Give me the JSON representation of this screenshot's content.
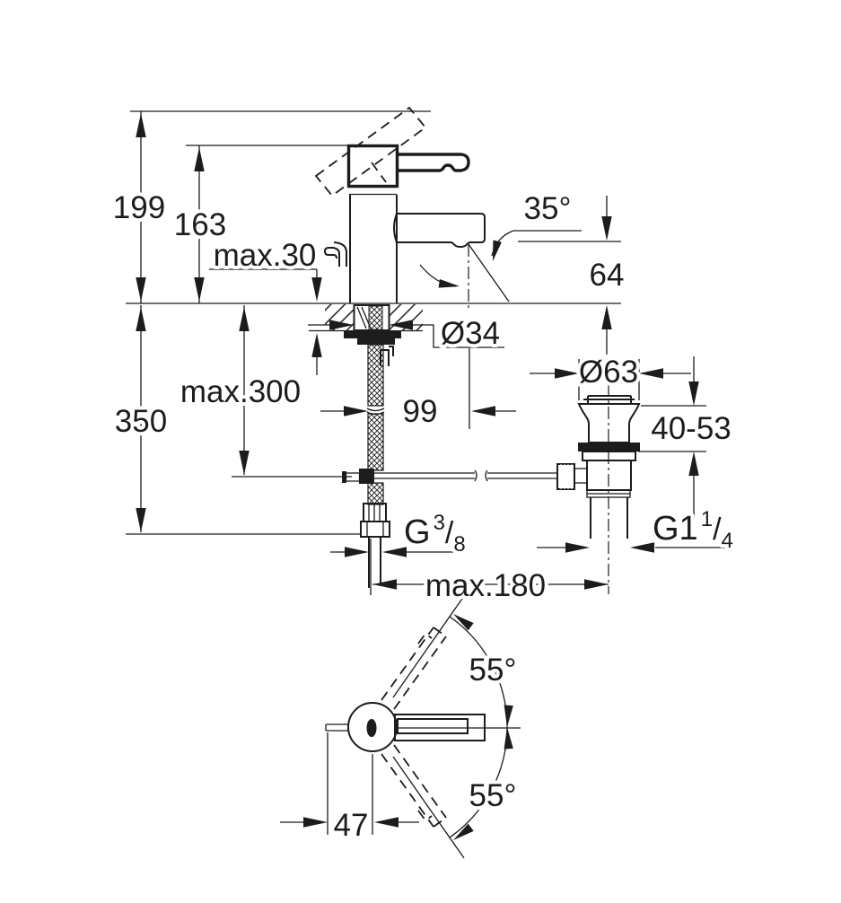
{
  "page": {
    "background": "#ffffff",
    "ink_color": "#1c1c1c"
  },
  "labels": {
    "total_height": "199",
    "height_to_lever": "163",
    "max_deck_thickness": "max.30",
    "spout_stream_angle": "35°",
    "spout_clearance": "64",
    "mounting_hole_diameter": "Ø34",
    "waste_flange_diameter": "Ø63",
    "max_hose_depth": "max.300",
    "supply_hose_length": "350",
    "spout_reach": "99",
    "waste_clamping_range": "40-53",
    "supply_thread": {
      "base": "G",
      "sup": "3",
      "slash": "/",
      "sub": "8"
    },
    "waste_thread": {
      "base": "G1",
      "sup": "1",
      "slash": "/",
      "sub": "4"
    },
    "max_rod_distance": "max.180",
    "handle_swing_upper": "55°",
    "handle_swing_lower": "55°",
    "rod_offset": "47"
  }
}
